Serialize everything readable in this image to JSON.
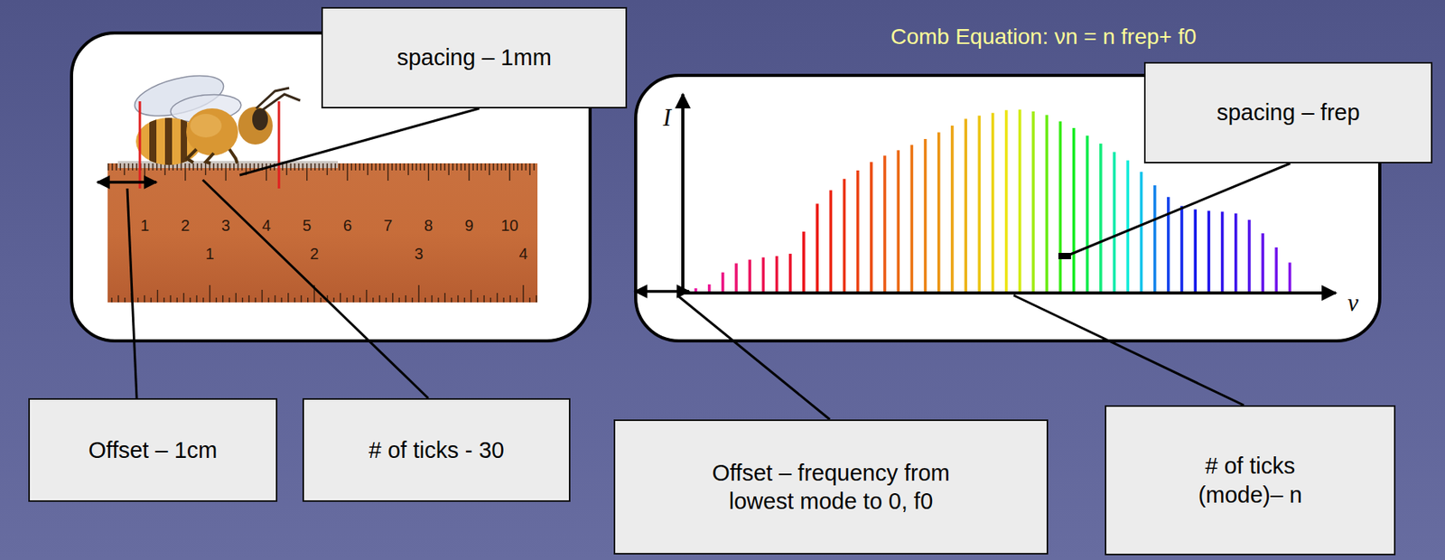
{
  "diagram": {
    "title": "Comb Equation: νn = n frep+ f0",
    "nodes": [
      {
        "text": [
          "spacing – 1mm"
        ]
      },
      {
        "text": [
          "spacing – frep"
        ]
      },
      {
        "text": [
          "Offset – 1cm"
        ]
      },
      {
        "text": [
          "# of ticks - 30"
        ]
      },
      {
        "text": [
          "Offset – frequency from lowest mode to 0, f0"
        ]
      },
      {
        "text": [
          "# of ticks (mode)– n"
        ]
      }
    ],
    "labels": [
      "1",
      "2",
      "3",
      "4",
      "5",
      "6",
      "7",
      "8",
      "9",
      "10",
      "1",
      "2",
      "3",
      "4",
      "I",
      "ν"
    ]
  }
}
